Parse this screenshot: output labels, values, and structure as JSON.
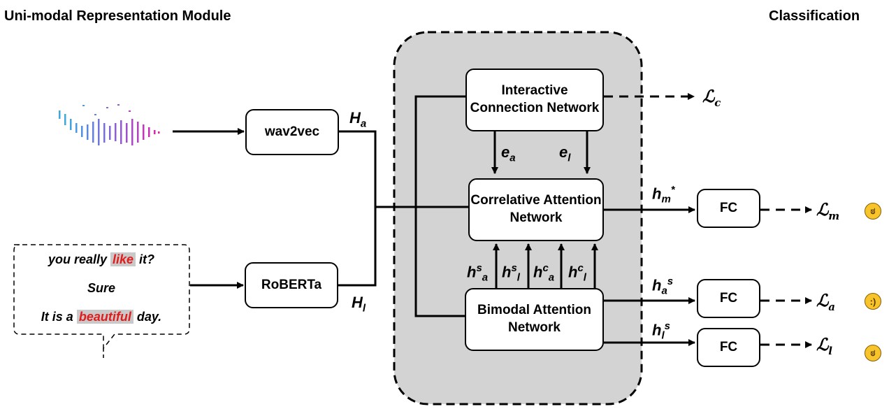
{
  "headers": {
    "left": "Uni-modal Representation Module",
    "right": "Classification"
  },
  "encoders": {
    "audio": "wav2vec",
    "text": "RoBERTa"
  },
  "modules": {
    "interactive": "Interactive Connection Network",
    "correlative": "Correlative Attention Network",
    "bimodal": "Bimodal Attention Network"
  },
  "fc": {
    "label": "FC"
  },
  "utterance": {
    "line1_pre": "you really ",
    "line1_hl": "like",
    "line1_post": " it?",
    "line2": "Sure",
    "line3_pre": "It is a ",
    "line3_hl": "beautiful",
    "line3_post": " day."
  },
  "features": {
    "H_a": {
      "base": "H",
      "sub": "a"
    },
    "H_l": {
      "base": "H",
      "sub": "l"
    },
    "e_a": {
      "base": "e",
      "sub": "a"
    },
    "e_l": {
      "base": "e",
      "sub": "l"
    },
    "h_s_a": {
      "base": "h",
      "sup": "s",
      "sub": "a"
    },
    "h_s_l": {
      "base": "h",
      "sup": "s",
      "sub": "l"
    },
    "h_c_a": {
      "base": "h",
      "sup": "c",
      "sub": "a"
    },
    "h_c_l": {
      "base": "h",
      "sup": "c",
      "sub": "l"
    },
    "h_m_star": {
      "base": "h",
      "sub": "m",
      "sup": "*"
    },
    "h_a_s": {
      "base": "h",
      "sub": "a",
      "sup": "s"
    },
    "h_l_s": {
      "base": "h",
      "sub": "l",
      "sup": "s"
    }
  },
  "losses": {
    "c": {
      "base": "ℒ",
      "sub": "c"
    },
    "m": {
      "base": "ℒ",
      "sub": "m"
    },
    "a": {
      "base": "ℒ",
      "sub": "a"
    },
    "l": {
      "base": "ℒ",
      "sub": "l"
    }
  },
  "colors": {
    "central_panel": "#d3d3d3",
    "highlight_text": "#e41b1b",
    "highlight_bg": "#c9c9c9",
    "emoji": "#f7c52b"
  },
  "icons": [
    "waveform-icon",
    "speech-bubble-icon",
    "emoji-icon"
  ]
}
